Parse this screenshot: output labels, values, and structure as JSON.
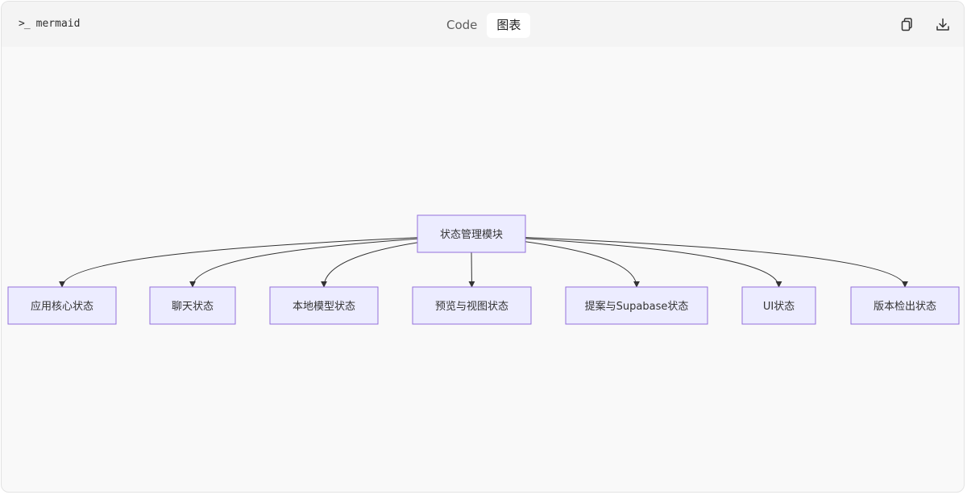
{
  "toolbar": {
    "language_label": "mermaid",
    "tabs": [
      {
        "label": "Code",
        "active": false
      },
      {
        "label": "图表",
        "active": true
      }
    ]
  },
  "icons": {
    "prompt": "terminal-prompt-icon",
    "copy": "copy-icon",
    "download": "download-icon"
  },
  "colors": {
    "node_fill": "#ececff",
    "node_stroke": "#9370db",
    "edge": "#333333"
  },
  "diagram": {
    "type": "flowchart",
    "direction": "TD",
    "root": {
      "id": "root",
      "label": "状态管理模块"
    },
    "children": [
      {
        "id": "c1",
        "label": "应用核心状态"
      },
      {
        "id": "c2",
        "label": "聊天状态"
      },
      {
        "id": "c3",
        "label": "本地模型状态"
      },
      {
        "id": "c4",
        "label": "预览与视图状态"
      },
      {
        "id": "c5",
        "label": "提案与Supabase状态"
      },
      {
        "id": "c6",
        "label": "UI状态"
      },
      {
        "id": "c7",
        "label": "版本检出状态"
      }
    ],
    "edges": [
      {
        "from": "root",
        "to": "c1"
      },
      {
        "from": "root",
        "to": "c2"
      },
      {
        "from": "root",
        "to": "c3"
      },
      {
        "from": "root",
        "to": "c4"
      },
      {
        "from": "root",
        "to": "c5"
      },
      {
        "from": "root",
        "to": "c6"
      },
      {
        "from": "root",
        "to": "c7"
      }
    ]
  }
}
